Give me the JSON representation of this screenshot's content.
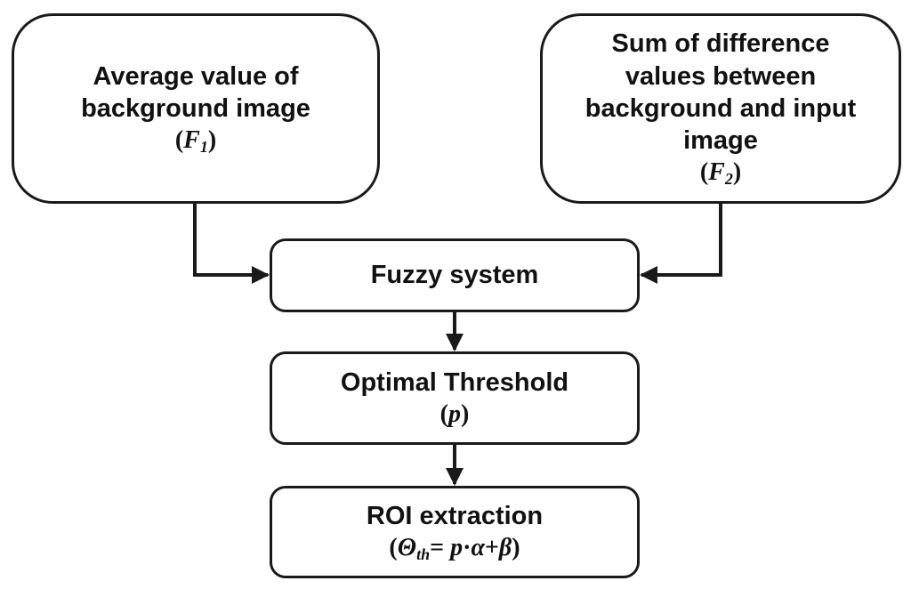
{
  "nodes": {
    "f1": {
      "lines": [
        "Average value of",
        "background image"
      ],
      "symbol": "F",
      "symbol_sub": "1"
    },
    "f2": {
      "lines": [
        "Sum of difference",
        "values between",
        "background and input",
        "image"
      ],
      "symbol": "F",
      "symbol_sub": "2"
    },
    "fuzzy": {
      "label": "Fuzzy system"
    },
    "threshold": {
      "label": "Optimal Threshold",
      "symbol": "p"
    },
    "roi": {
      "label": "ROI extraction",
      "theta": "Θ",
      "theta_sub": "th",
      "equals": "= ",
      "p": "p",
      "dot": "·",
      "alpha": "α",
      "plus": "+",
      "beta": "β"
    }
  },
  "edges": [
    {
      "from": "f1",
      "to": "fuzzy"
    },
    {
      "from": "f2",
      "to": "fuzzy"
    },
    {
      "from": "fuzzy",
      "to": "threshold"
    },
    {
      "from": "threshold",
      "to": "roi"
    }
  ]
}
